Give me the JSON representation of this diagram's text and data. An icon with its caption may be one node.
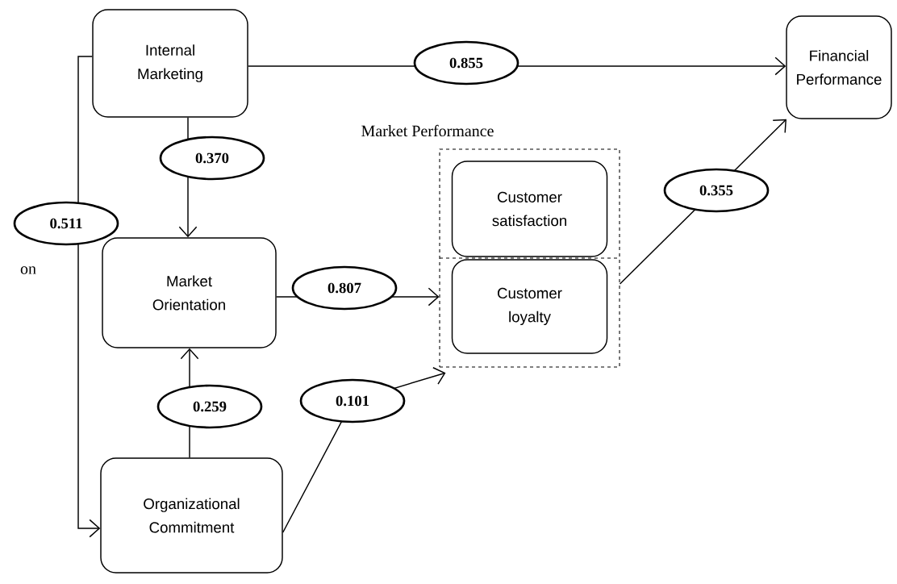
{
  "diagram": {
    "nodes": [
      {
        "text": [
          "Internal Marketing"
        ]
      },
      {
        "text": [
          "Financial Performance"
        ]
      },
      {
        "text": [
          "Market Performance"
        ]
      },
      {
        "text": [
          "Customer satisfaction"
        ],
        "in": 2
      },
      {
        "text": [
          "Customer loyalty"
        ],
        "in": 2
      },
      {
        "text": [
          "Market Orientation"
        ]
      },
      {
        "text": [
          "Organizational Commitment"
        ]
      }
    ],
    "edges": [
      {
        "from": 0,
        "to": 1,
        "arrow": "to",
        "label": "0.855"
      },
      {
        "from": 0,
        "to": 5,
        "arrow": "to",
        "label": "0.370"
      },
      {
        "from": 0,
        "to": 6,
        "arrow": "to",
        "label": "0.511"
      },
      {
        "from": 5,
        "to": 2,
        "arrow": "to",
        "label": "0.807"
      },
      {
        "from": 6,
        "to": 5,
        "arrow": "to",
        "label": "0.259"
      },
      {
        "from": 6,
        "to": 2,
        "arrow": "to",
        "label": "0.101"
      },
      {
        "from": 2,
        "to": 1,
        "arrow": "to",
        "label": "0.355"
      }
    ],
    "labels": [
      "on"
    ]
  }
}
